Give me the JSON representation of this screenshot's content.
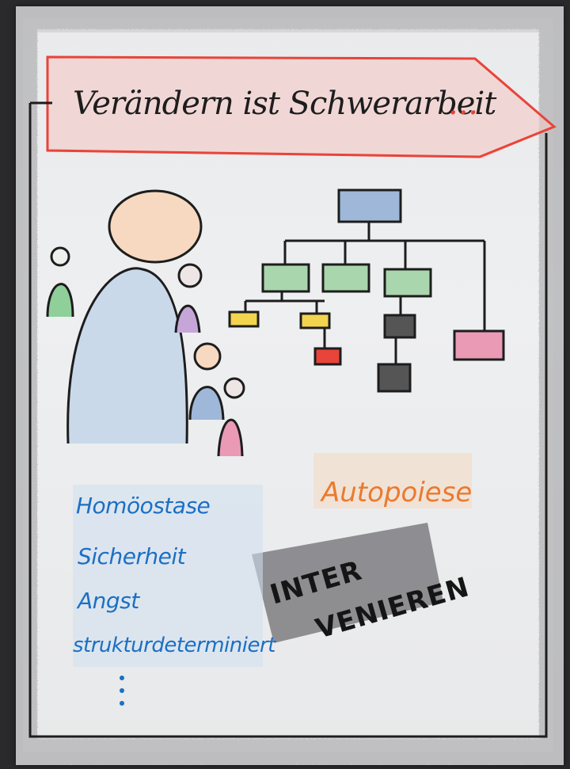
{
  "title": "Verändern ist Schwerarbeit",
  "title_ellipsis": "...",
  "left_terms": [
    "Homöostase",
    "Sicherheit",
    "Angst",
    "strukturdeterminiert"
  ],
  "right_term": "Autopoiese",
  "stamp_line1": "INTER",
  "stamp_line2": "VENIEREN",
  "colors": {
    "title_banner": "#e8443a",
    "terms_blue": "#1c6fc4",
    "autopoiese_orange": "#ea7a2e",
    "ink": "#1d1d1d"
  }
}
